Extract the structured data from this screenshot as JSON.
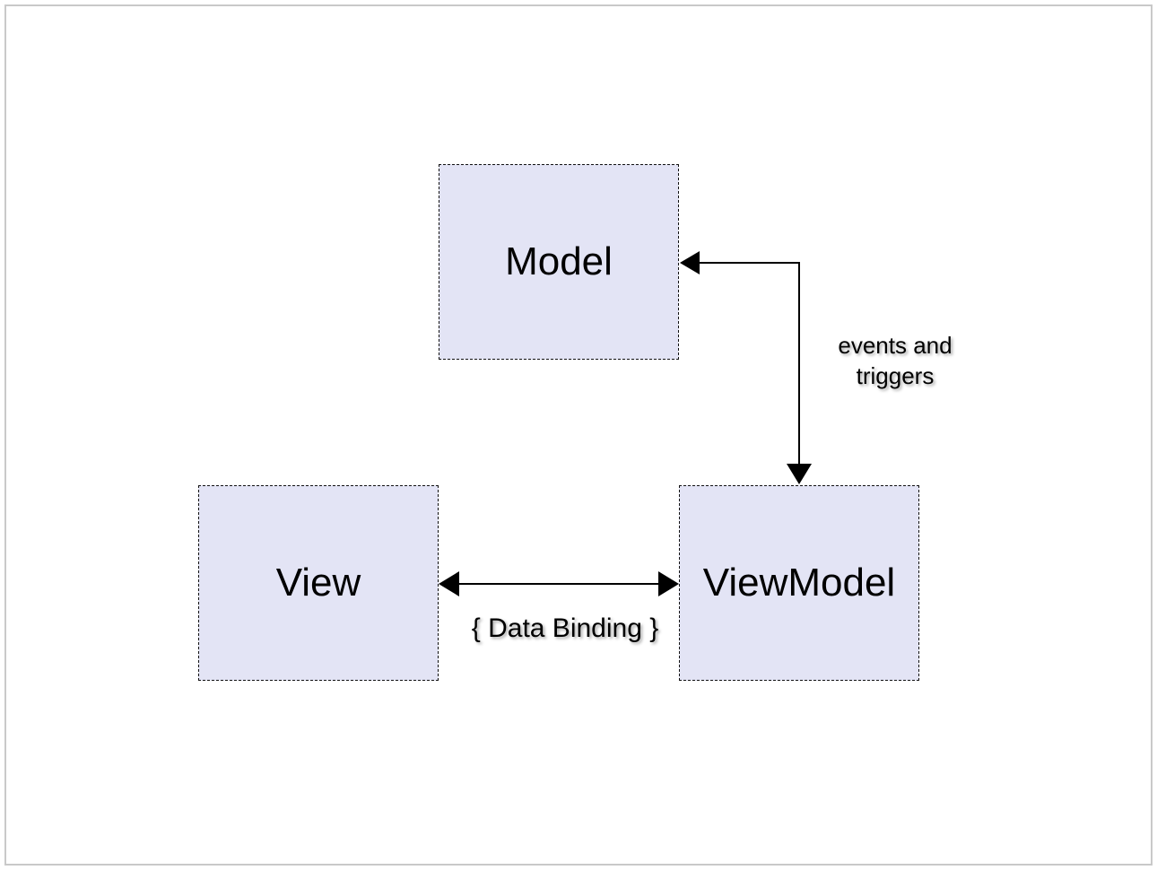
{
  "nodes": {
    "model": "Model",
    "view": "View",
    "viewmodel": "ViewModel"
  },
  "edges": {
    "model_viewmodel_label": "events and triggers",
    "view_viewmodel_label": "{ Data Binding }"
  },
  "colors": {
    "node_fill": "#e3e4f5",
    "node_border": "#111111",
    "arrow": "#000000",
    "frame_border": "#c9c9c9"
  }
}
